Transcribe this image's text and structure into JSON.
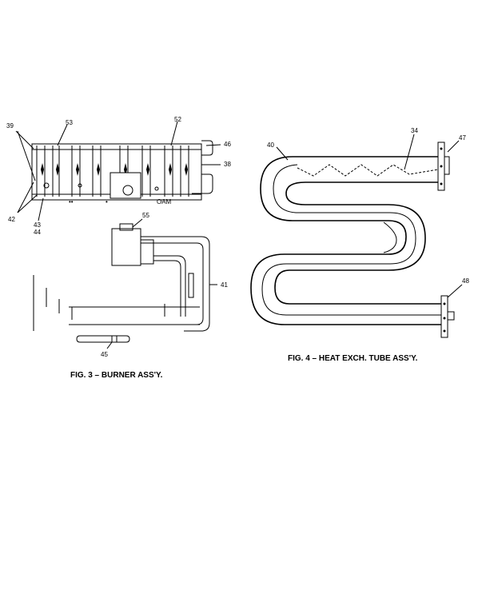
{
  "figures": {
    "burner": {
      "caption": "FIG. 3 – BURNER ASS'Y.",
      "callouts": {
        "c39": "39",
        "c53": "53",
        "c52": "52",
        "c46": "46",
        "c38": "38",
        "c42": "42",
        "c43": "43",
        "c44": "44",
        "c55": "55",
        "c41": "41",
        "c45": "45"
      }
    },
    "heat_exchanger": {
      "caption": "FIG. 4 – HEAT EXCH. TUBE ASS'Y.",
      "callouts": {
        "c34": "34",
        "c40": "40",
        "c47": "47",
        "c48": "48"
      }
    }
  }
}
